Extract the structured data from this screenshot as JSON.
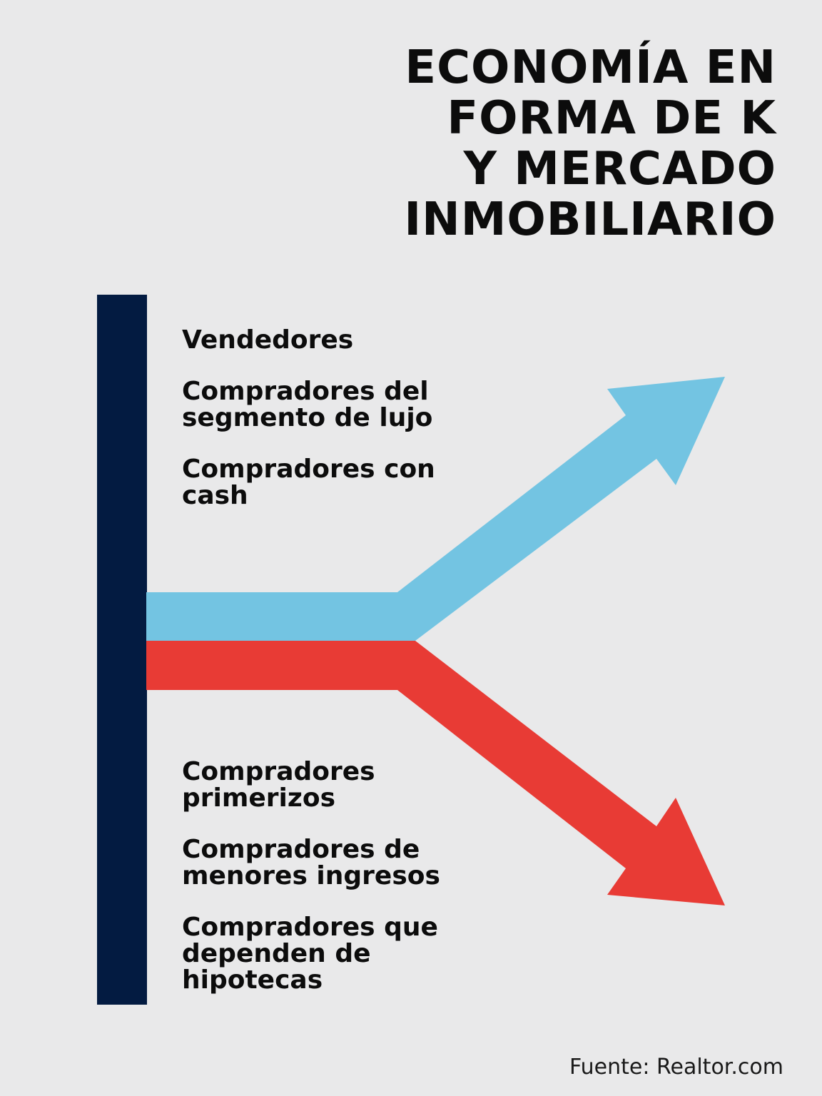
{
  "title": {
    "lines": [
      "ECONOMÍA EN",
      "FORMA DE K",
      "Y MERCADO",
      "INMOBILIARIO"
    ]
  },
  "upward": {
    "color": "#73c4e2",
    "items": [
      "Vendedores",
      "Compradores del\nsegmento de lujo",
      "Compradores con\ncash"
    ]
  },
  "downward": {
    "color": "#e83b35",
    "items": [
      "Compradores\nprimerizos",
      "Compradores de\nmenores ingresos",
      "Compradores que\ndependen de\nhipotecas"
    ]
  },
  "stem_color": "#031b41",
  "source": "Fuente: Realtor.com"
}
